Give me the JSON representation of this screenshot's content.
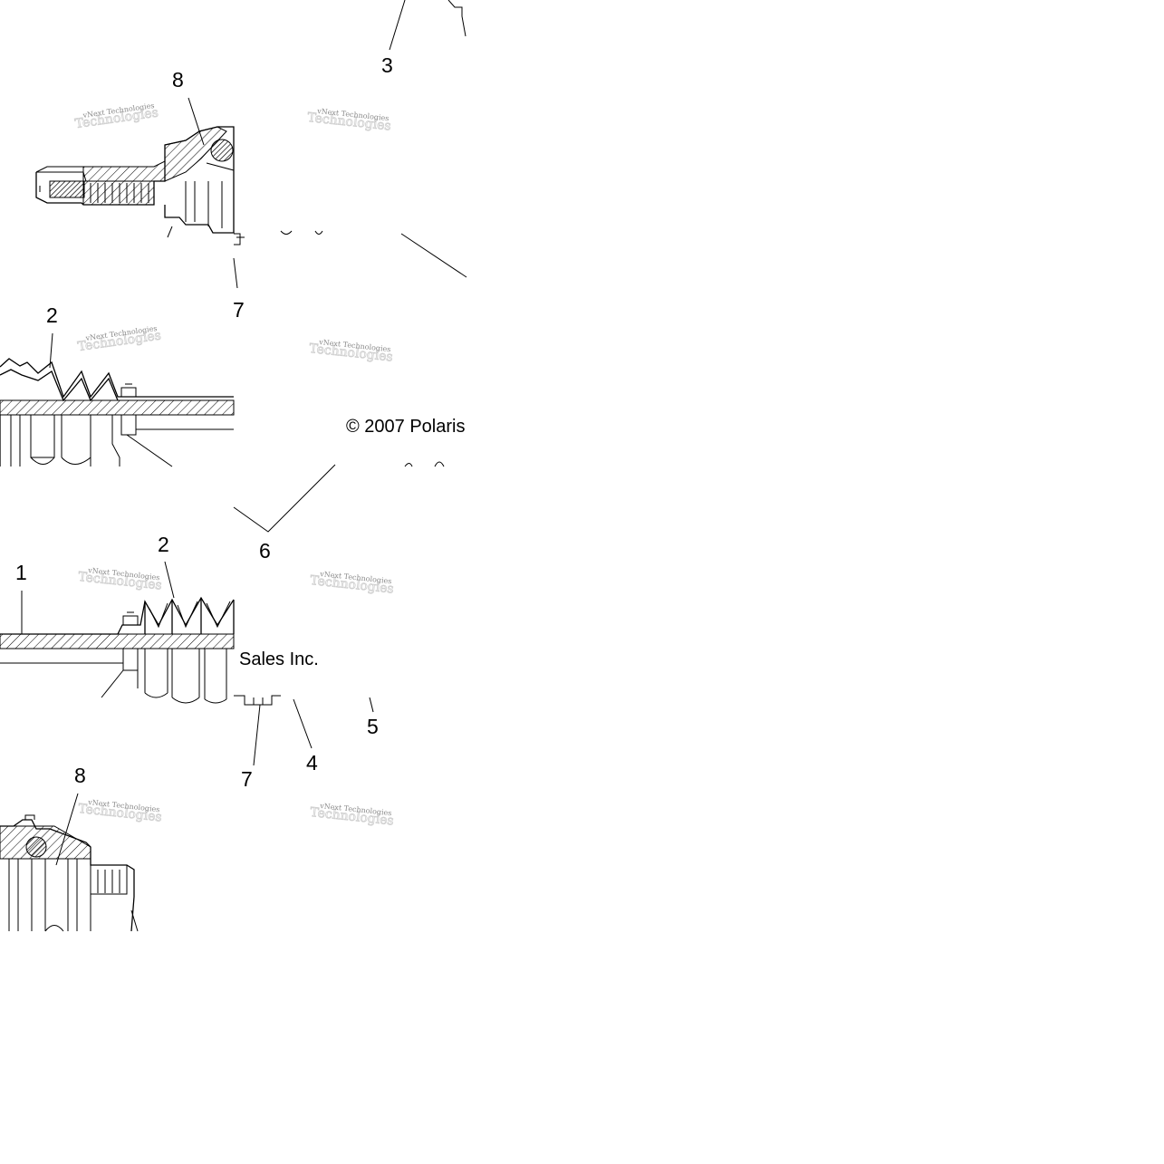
{
  "callouts": {
    "c3": "3",
    "c8_top": "8",
    "c7_top": "7",
    "c2_top": "2",
    "c6": "6",
    "c1": "1",
    "c2_bottom": "2",
    "c7_bottom": "7",
    "c4": "4",
    "c5": "5",
    "c8_bottom": "8"
  },
  "copyright": {
    "line1": "© 2007 Polaris",
    "line2": "Sales Inc."
  },
  "watermark": {
    "text": "vNext Technologies",
    "script": "Technologies"
  }
}
